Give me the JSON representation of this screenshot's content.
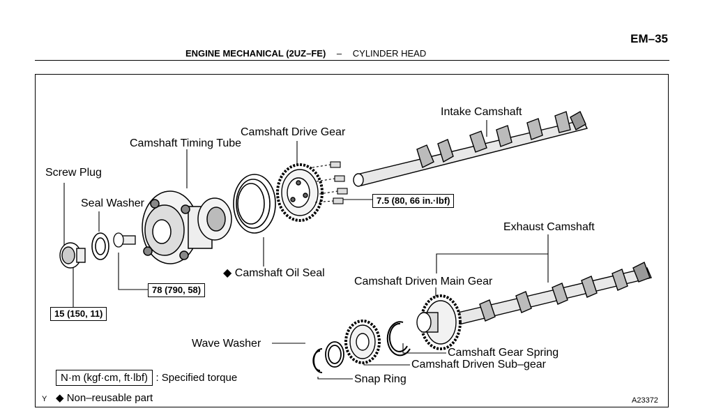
{
  "header": {
    "page_number": "EM–35",
    "section": "ENGINE MECHANICAL (2UZ–FE)",
    "separator": "–",
    "subsection": "CYLINDER HEAD"
  },
  "labels": {
    "intake_camshaft": "Intake Camshaft",
    "camshaft_drive_gear": "Camshaft Drive Gear",
    "camshaft_timing_tube": "Camshaft Timing Tube",
    "screw_plug": "Screw Plug",
    "seal_washer": "Seal Washer",
    "camshaft_oil_seal": "Camshaft Oil Seal",
    "exhaust_camshaft": "Exhaust Camshaft",
    "camshaft_driven_main_gear": "Camshaft Driven Main Gear",
    "wave_washer": "Wave Washer",
    "camshaft_gear_spring": "Camshaft Gear Spring",
    "camshaft_driven_sub_gear": "Camshaft Driven Sub–gear",
    "snap_ring": "Snap Ring"
  },
  "torques": {
    "drive_gear_bolts": "7.5 (80, 66 in.·lbf)",
    "timing_tube_bolt": "78 (790, 58)",
    "screw_plug": "15 (150, 11)"
  },
  "legend": {
    "unit_box": "N·m (kgf·cm, ft·lbf)",
    "unit_desc": ": Specified torque",
    "nonreusable_symbol": "◆",
    "nonreusable_desc": "Non–reusable part"
  },
  "corner_marks": {
    "left": "Y",
    "figure_id": "A23372"
  },
  "diamond_symbol": "◆"
}
